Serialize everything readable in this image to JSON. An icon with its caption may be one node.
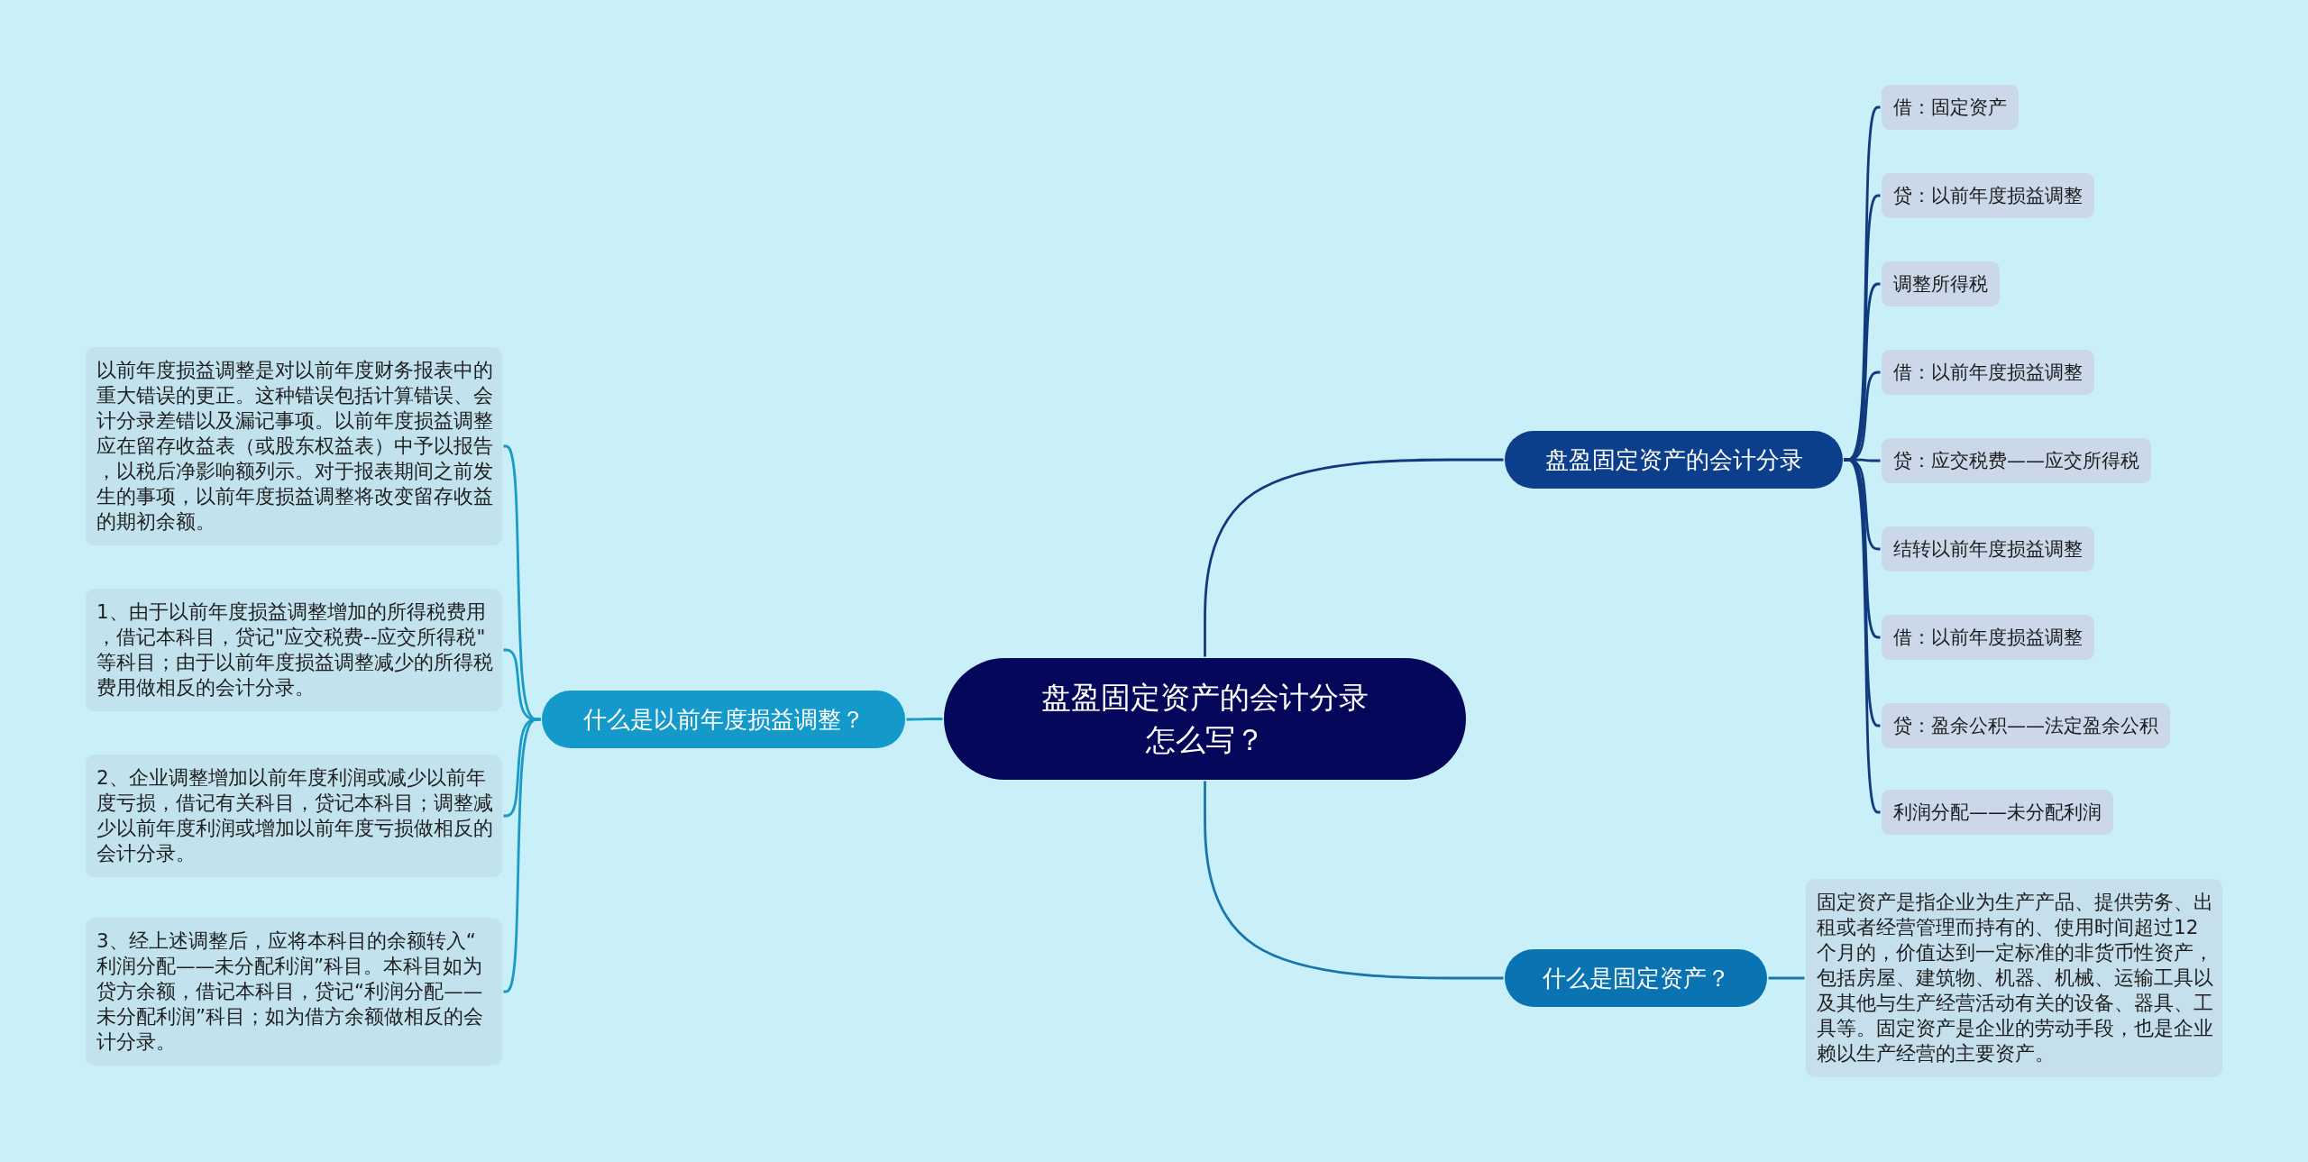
{
  "diagram": {
    "nodes": [
      {
        "text": [
          "盘盈固定资产的会计分录怎么写？"
        ]
      },
      {
        "text": [
          "盘盈固定资产的会计分录"
        ]
      },
      {
        "text": [
          "借：固定资产"
        ]
      },
      {
        "text": [
          "贷：以前年度损益调整"
        ]
      },
      {
        "text": [
          "调整所得税"
        ]
      },
      {
        "text": [
          "借：以前年度损益调整"
        ]
      },
      {
        "text": [
          "贷：应交税费——应交所得税"
        ]
      },
      {
        "text": [
          "结转以前年度损益调整"
        ]
      },
      {
        "text": [
          "借：以前年度损益调整"
        ]
      },
      {
        "text": [
          "贷：盈余公积——法定盈余公积"
        ]
      },
      {
        "text": [
          "利润分配——未分配利润"
        ]
      },
      {
        "text": [
          "什么是固定资产？"
        ]
      },
      {
        "text": [
          "固定资产是指企业为生产产品、提供劳务、出租或者经营管理而持有的、使用时间超过12个月的，价值达到一定标准的非货币性资产，包括房屋、建筑物、机器、机械、运输工具以及其他与生产经营活动有关的设备、器具、工具等。固定资产是企业的劳动手段，也是企业赖以生产经营的主要资产。"
        ]
      },
      {
        "text": [
          "什么是以前年度损益调整？"
        ]
      },
      {
        "text": [
          "以前年度损益调整是对以前年度财务报表中的重大错误的更正。这种错误包括计算错误、会计分录差错以及漏记事项。以前年度损益调整应在留存收益表（或股东权益表）中予以报告，以税后净影响额列示。对于报表期间之前发生的事项，以前年度损益调整将改变留存收益的期初余额。"
        ]
      },
      {
        "text": [
          "1、由于以前年度损益调整增加的所得税费用，借记本科目，贷记\"应交税费--应交所得税\"等科目；由于以前年度损益调整减少的所得税费用做相反的会计分录。"
        ]
      },
      {
        "text": [
          "2、企业调整增加以前年度利润或减少以前年度亏损，借记有关科目，贷记本科目；调整减少以前年度利润或增加以前年度亏损做相反的会计分录。"
        ]
      },
      {
        "text": [
          "3、经上述调整后，应将本科目的余额转入“利润分配——未分配利润”科目。本科目如为贷方余额，借记本科目，贷记“利润分配——未分配利润”科目；如为借方余额做相反的会计分录。"
        ]
      }
    ],
    "edges": [
      {
        "from": 0,
        "to": 1,
        "arrow": "none"
      },
      {
        "from": 1,
        "to": 2,
        "arrow": "none"
      },
      {
        "from": 1,
        "to": 3,
        "arrow": "none"
      },
      {
        "from": 1,
        "to": 4,
        "arrow": "none"
      },
      {
        "from": 1,
        "to": 5,
        "arrow": "none"
      },
      {
        "from": 1,
        "to": 6,
        "arrow": "none"
      },
      {
        "from": 1,
        "to": 7,
        "arrow": "none"
      },
      {
        "from": 1,
        "to": 8,
        "arrow": "none"
      },
      {
        "from": 1,
        "to": 9,
        "arrow": "none"
      },
      {
        "from": 1,
        "to": 10,
        "arrow": "none"
      },
      {
        "from": 0,
        "to": 11,
        "arrow": "none",
        "color": "#1676ad"
      },
      {
        "from": 11,
        "to": 12,
        "arrow": "none",
        "color": "#1676ad"
      },
      {
        "from": 0,
        "to": 13,
        "arrow": "none",
        "color": "#1a9ac7"
      },
      {
        "from": 13,
        "to": 14,
        "arrow": "none",
        "color": "#1a9ac7"
      },
      {
        "from": 13,
        "to": 15,
        "arrow": "none",
        "color": "#1a9ac7"
      },
      {
        "from": 13,
        "to": 16,
        "arrow": "none",
        "color": "#1a9ac7"
      },
      {
        "from": 13,
        "to": 17,
        "arrow": "none",
        "color": "#1a9ac7"
      }
    ]
  }
}
